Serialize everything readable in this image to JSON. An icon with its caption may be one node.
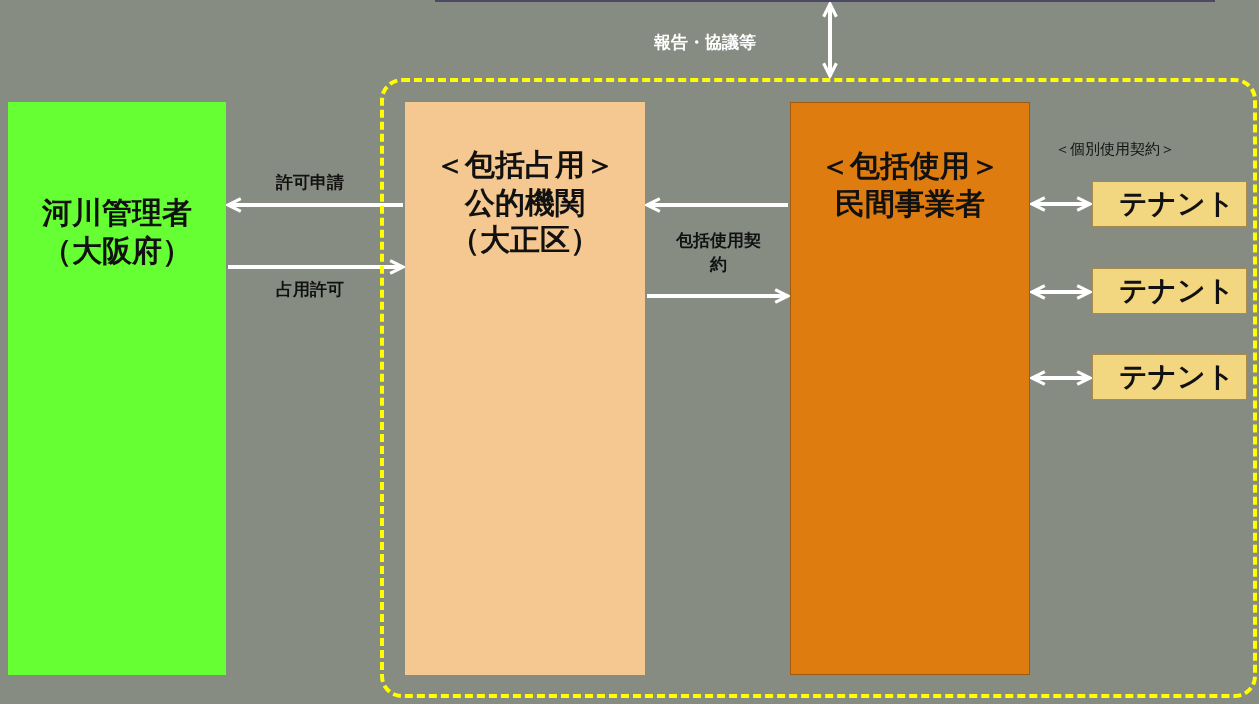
{
  "diagram": {
    "nodes": [
      {
        "text": [],
        "shape": "box"
      },
      {
        "text": [],
        "shape": "box"
      },
      {
        "text": [
          "河川管理者（大阪府）"
        ]
      },
      {
        "text": [
          "＜包括占用＞",
          "公的機関（大正区）"
        ],
        "in": 1
      },
      {
        "text": [
          "＜包括使用＞",
          "民間事業者"
        ],
        "in": 1
      },
      {
        "text": [
          "テナント"
        ],
        "in": 1
      },
      {
        "text": [
          "テナント"
        ],
        "in": 1
      },
      {
        "text": [
          "テナント"
        ],
        "in": 1
      }
    ],
    "edges": [
      {
        "from": 0,
        "to": 1,
        "arrow": "both",
        "label": "報告・協議等"
      },
      {
        "from": 3,
        "to": 2,
        "arrow": "to",
        "label": "許可申請"
      },
      {
        "from": 2,
        "to": 3,
        "arrow": "to",
        "label": "占用許可"
      },
      {
        "from": 4,
        "to": 3,
        "arrow": "to"
      },
      {
        "from": 3,
        "to": 4,
        "arrow": "to",
        "label": "包括使用契約"
      },
      {
        "from": 4,
        "to": 5,
        "arrow": "both"
      },
      {
        "from": 4,
        "to": 6,
        "arrow": "both"
      },
      {
        "from": 4,
        "to": 7,
        "arrow": "both"
      }
    ],
    "labels": [
      "＜個別使用契約＞"
    ]
  }
}
